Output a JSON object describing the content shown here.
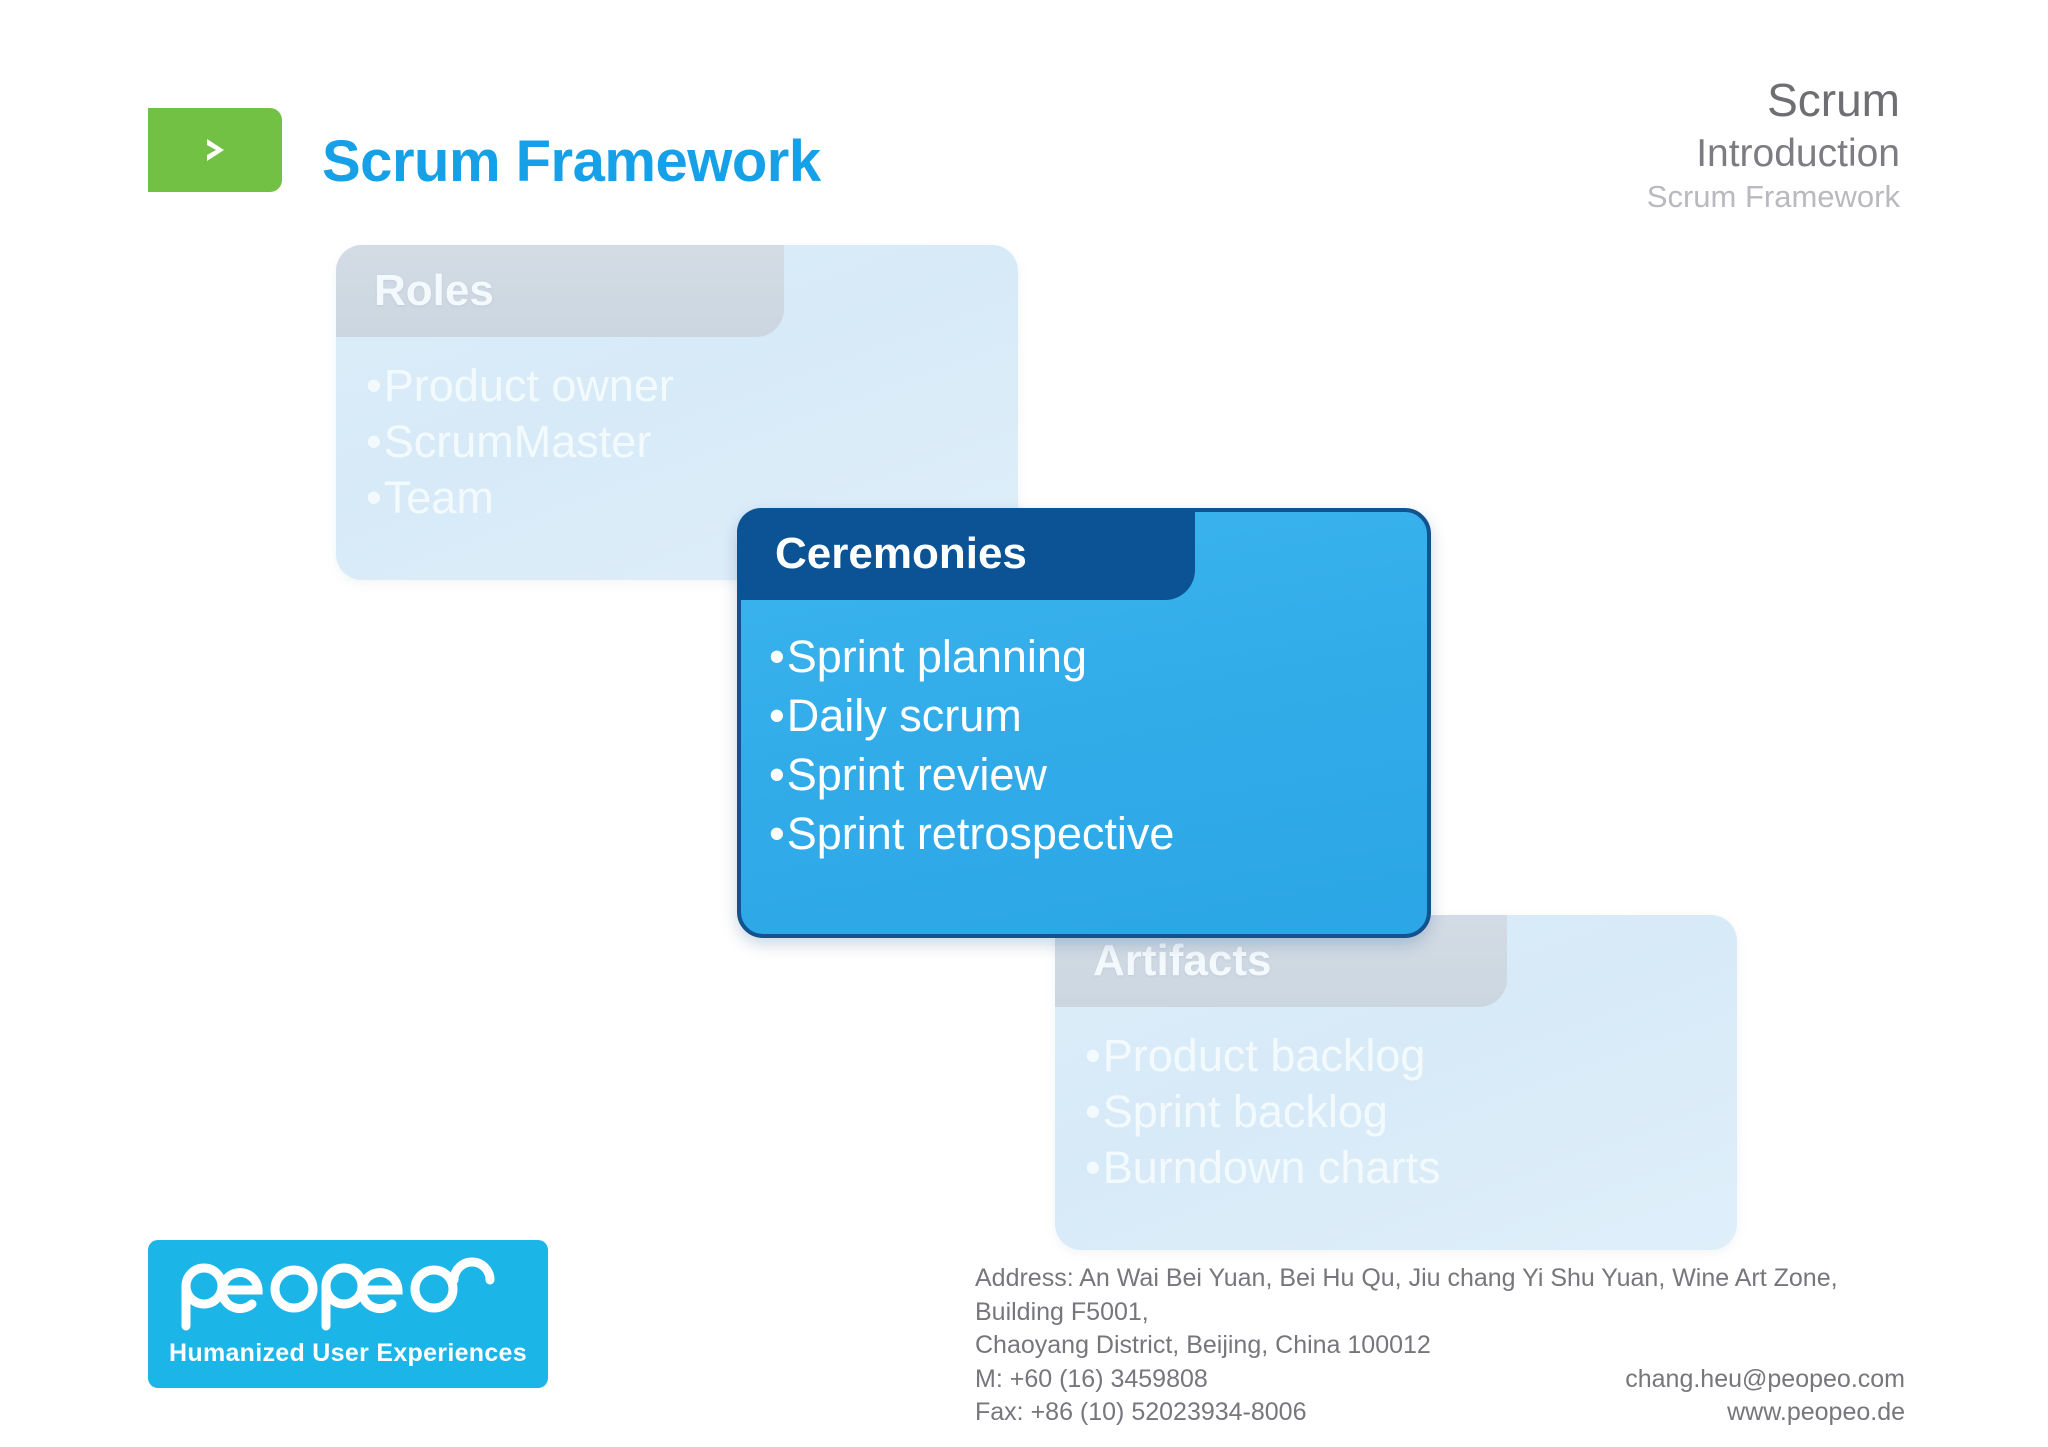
{
  "header": {
    "badge_icon": "chevron-right-icon",
    "title": "Scrum Framework",
    "breadcrumb": {
      "level1": "Scrum",
      "level2": "Introduction",
      "level3": "Scrum Framework"
    }
  },
  "cards": [
    {
      "id": "roles",
      "title": "Roles",
      "state": "inactive",
      "bullet_glyph": "•",
      "items": [
        "Product owner",
        "ScrumMaster",
        "Team"
      ]
    },
    {
      "id": "ceremonies",
      "title": "Ceremonies",
      "state": "active",
      "bullet_glyph": "•",
      "items": [
        "Sprint planning",
        "Daily scrum",
        "Sprint review",
        "Sprint retrospective"
      ]
    },
    {
      "id": "artifacts",
      "title": "Artifacts",
      "state": "inactive",
      "bullet_glyph": "•",
      "items": [
        "Product backlog",
        "Sprint backlog",
        "Burndown charts"
      ]
    }
  ],
  "footer": {
    "logo": {
      "wordmark": "peopeo",
      "tagline": "Humanized User Experiences"
    },
    "address_line1": "Address: An Wai Bei Yuan, Bei Hu Qu, Jiu chang Yi Shu Yuan, Wine Art Zone, Building F5001,",
    "address_line2": "Chaoyang District, Beijing, China 100012",
    "phone": "M: +60 (16) 3459808",
    "email": "chang.heu@peopeo.com",
    "fax": "Fax: +86 (10) 52023934-8006",
    "website": "www.peopeo.de"
  },
  "colors": {
    "accent_blue": "#15A0E8",
    "badge_green": "#72C044",
    "active_card_body": "#31ABE8",
    "active_card_header": "#0B5394",
    "active_card_border": "#12538F",
    "inactive_card_body": "#D9ECF8",
    "inactive_card_header": "#CFD9E2",
    "logo_cyan": "#1CB5E8",
    "breadcrumb_gray": "#6E6E73",
    "footer_gray": "#76767C"
  }
}
